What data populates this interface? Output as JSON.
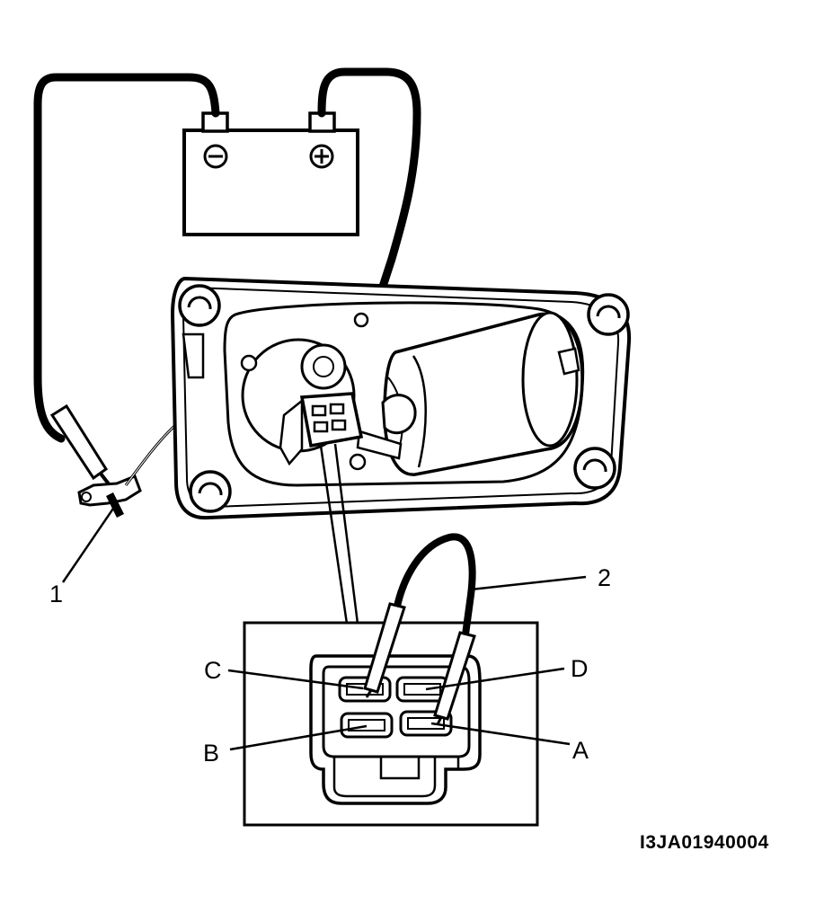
{
  "diagram": {
    "battery": {
      "negative_symbol": "−",
      "positive_symbol": "+",
      "icon": "battery-icon"
    },
    "motor": {
      "icon": "wiper-motor-icon"
    },
    "callouts": {
      "ground_terminal": "1",
      "jumper_wire": "2"
    },
    "connector_terminals": {
      "c": "C",
      "d": "D",
      "b": "B",
      "a": "A"
    },
    "figure_code": "I3JA01940004"
  }
}
